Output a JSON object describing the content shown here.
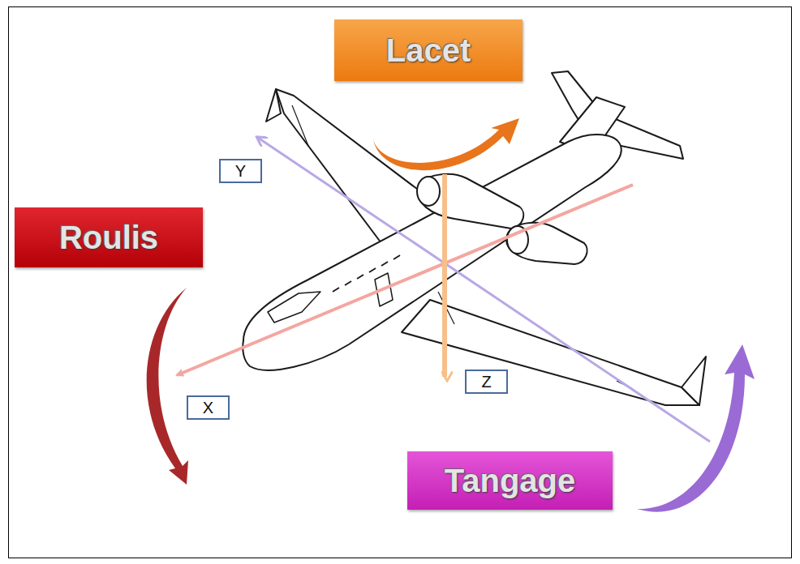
{
  "diagram": {
    "nodes": [
      {
        "text": [
          "Lacet"
        ]
      },
      {
        "text": [
          "Y"
        ]
      },
      {
        "text": [
          "Roulis"
        ]
      },
      {
        "text": [
          "Z"
        ]
      },
      {
        "text": [
          "X"
        ]
      },
      {
        "text": [
          "Tangage"
        ]
      }
    ]
  }
}
